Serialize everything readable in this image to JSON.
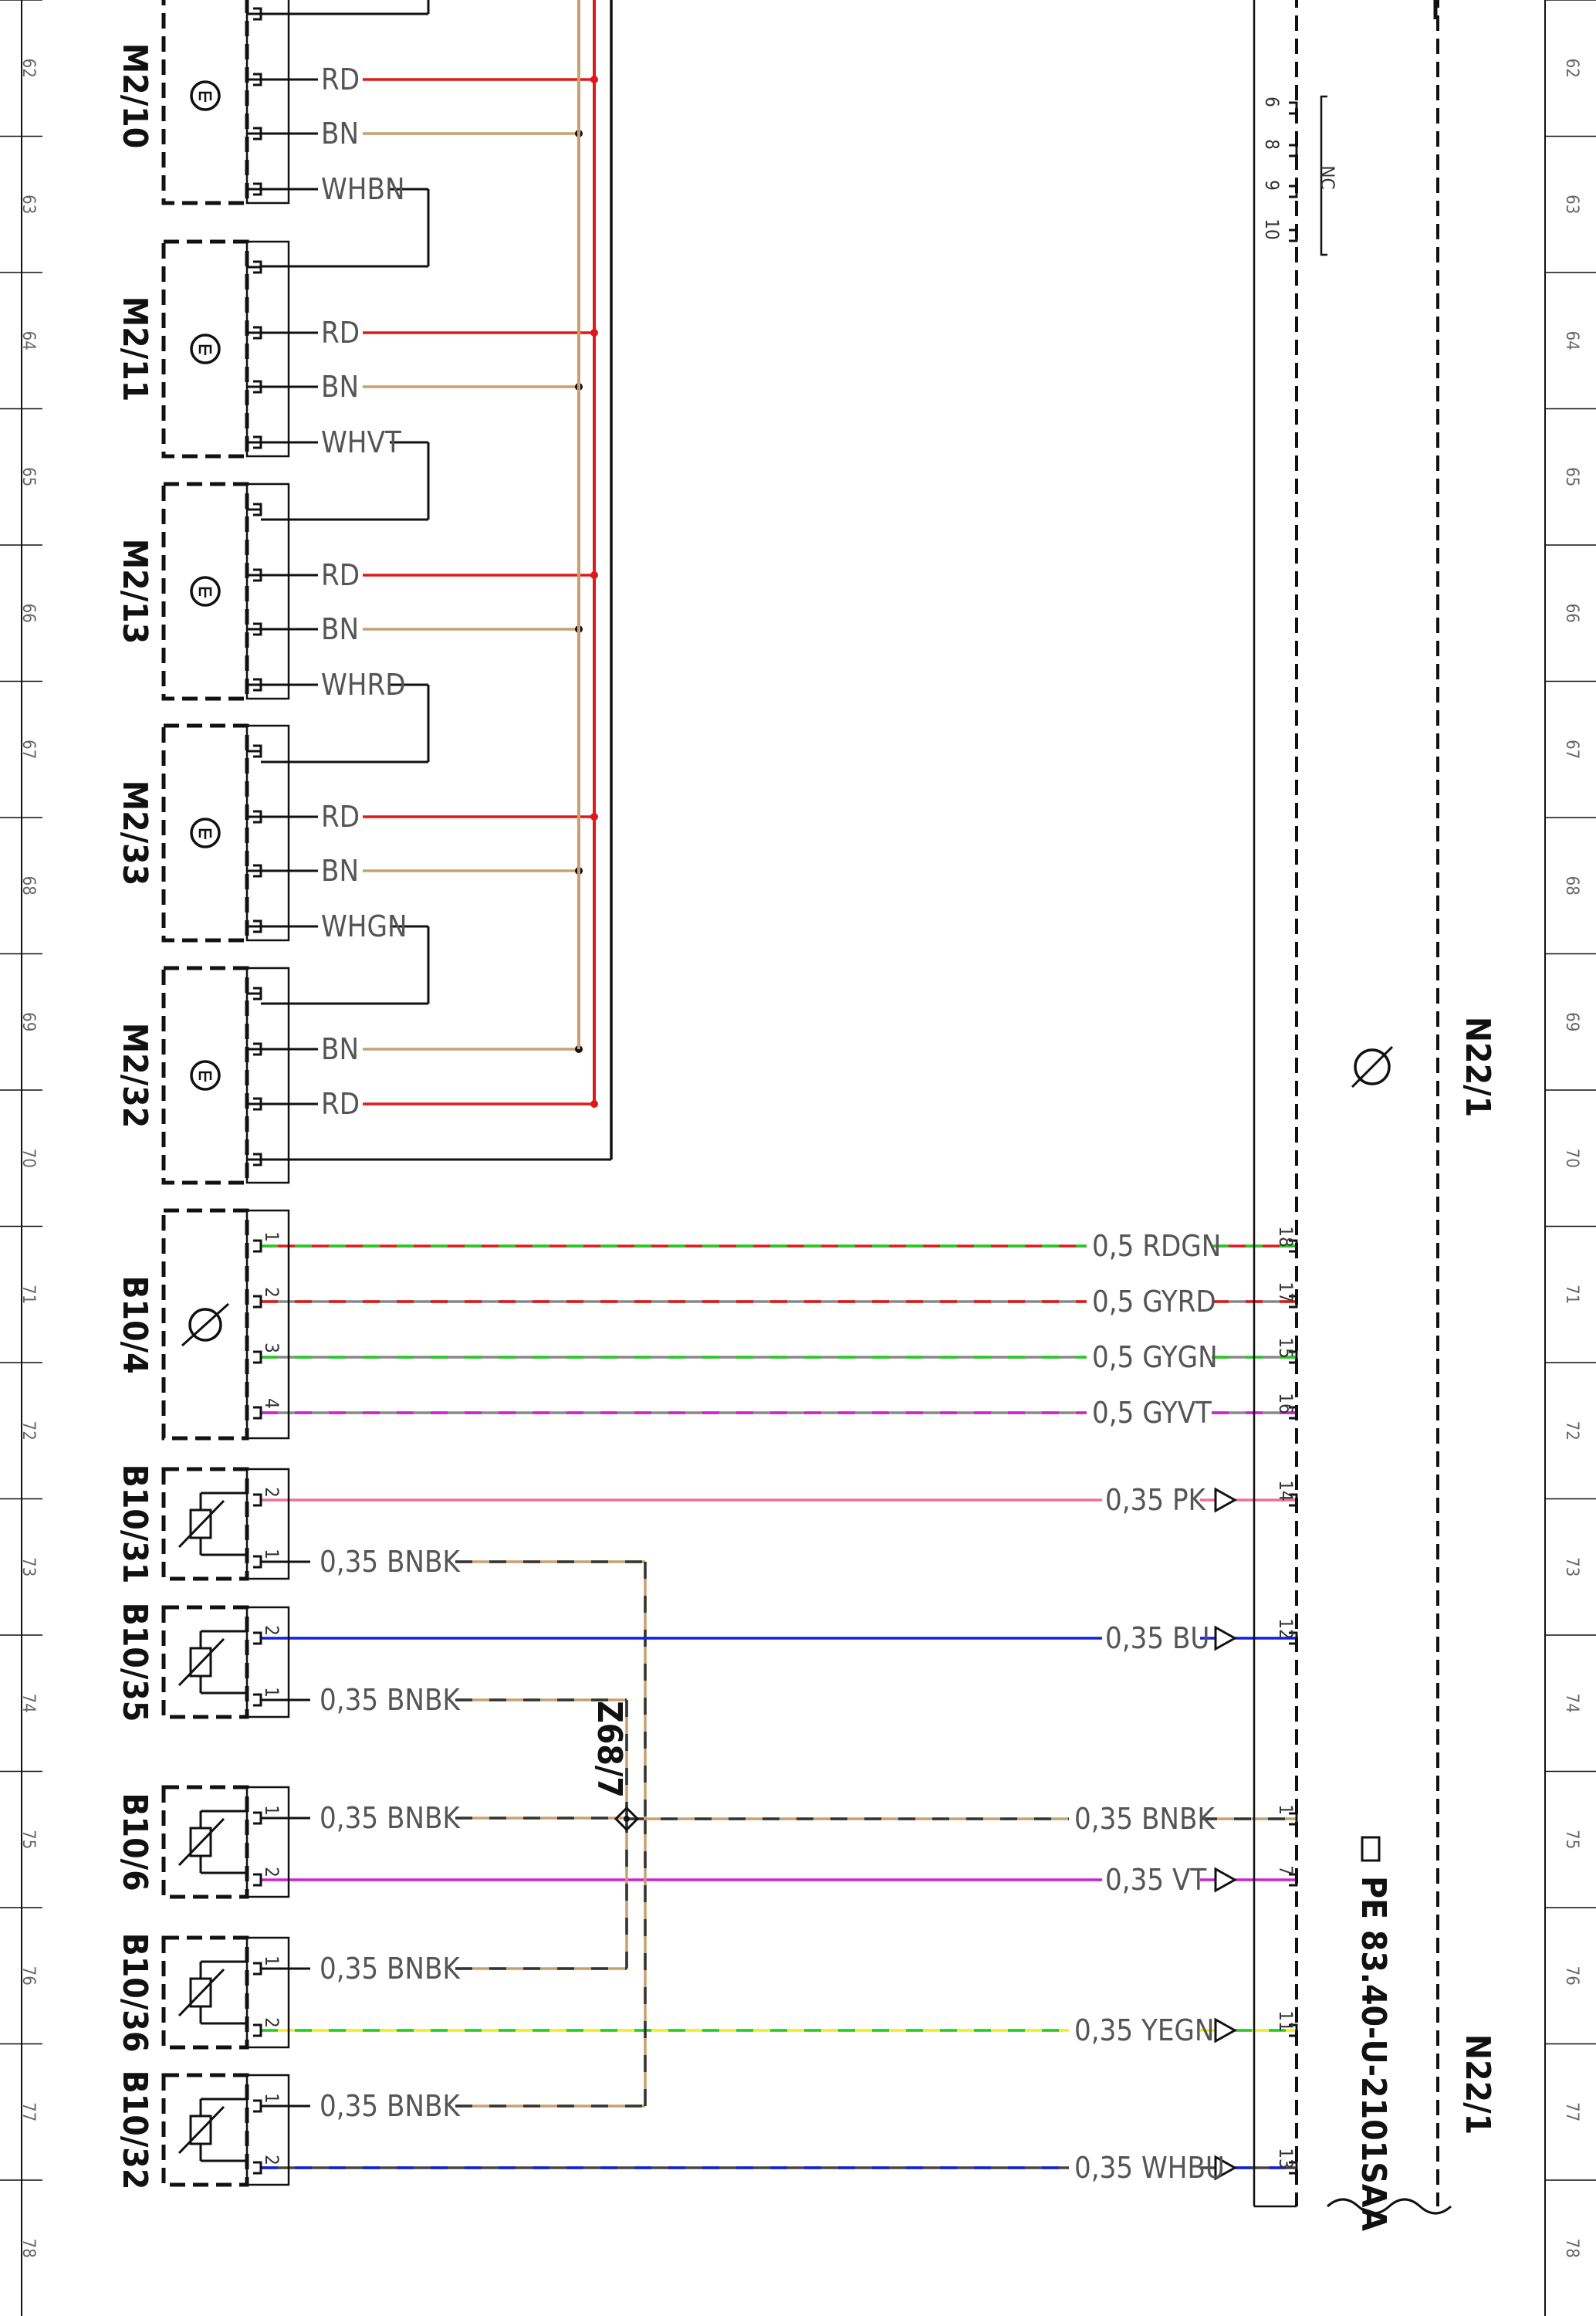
{
  "ruler": [
    "62",
    "63",
    "64",
    "65",
    "66",
    "67",
    "68",
    "69",
    "70",
    "71",
    "72",
    "73",
    "74",
    "75",
    "76",
    "77",
    "78"
  ],
  "motors": [
    {
      "id": "M2/10",
      "wires": [
        "RD",
        "BN",
        "WHBN"
      ],
      "rdFirst": true
    },
    {
      "id": "M2/11",
      "wires": [
        "RD",
        "BN",
        "WHVT"
      ],
      "rdFirst": true
    },
    {
      "id": "M2/13",
      "wires": [
        "RD",
        "BN",
        "WHRD"
      ],
      "rdFirst": true
    },
    {
      "id": "M2/33",
      "wires": [
        "RD",
        "BN",
        "WHGN"
      ],
      "rdFirst": true
    },
    {
      "id": "M2/32",
      "wires": [
        "BN",
        "RD"
      ],
      "rdFirst": false
    }
  ],
  "sensor_b10_4": {
    "id": "B10/4",
    "pins": [
      "1",
      "2",
      "3",
      "4"
    ],
    "wires": [
      {
        "label": "0,5 RDGN",
        "pin": "18",
        "c1": "#e01818",
        "c2": "#22cc22"
      },
      {
        "label": "0,5 GYRD",
        "pin": "17",
        "c1": "#888888",
        "c2": "#e01818"
      },
      {
        "label": "0,5 GYGN",
        "pin": "15",
        "c1": "#888888",
        "c2": "#22cc22"
      },
      {
        "label": "0,5 GYVT",
        "pin": "16",
        "c1": "#888888",
        "c2": "#cc22cc"
      }
    ]
  },
  "temp_sensors": [
    {
      "id": "B10/31",
      "pins": [
        "2",
        "1"
      ],
      "sig": {
        "label": "0,35 PK",
        "pin": "14",
        "c1": "#f07090",
        "c2": "#f07090"
      },
      "gnd": "0,35 BNBK"
    },
    {
      "id": "B10/35",
      "pins": [
        "2",
        "1"
      ],
      "sig": {
        "label": "0,35 BU",
        "pin": "12",
        "c1": "#1020e0",
        "c2": "#1020e0"
      },
      "gnd": "0,35 BNBK"
    },
    {
      "id": "B10/6",
      "pins": [
        "1",
        "2"
      ],
      "sig": {
        "label": "0,35 VT",
        "pin": "7",
        "c1": "#cc22cc",
        "c2": "#cc22cc"
      },
      "gnd": "0,35 BNBK"
    },
    {
      "id": "B10/36",
      "pins": [
        "1",
        "2"
      ],
      "sig": {
        "label": "0,35 YEGN",
        "pin": "11",
        "c1": "#eeee22",
        "c2": "#22cc22"
      },
      "gnd": "0,35 BNBK"
    },
    {
      "id": "B10/32",
      "pins": [
        "1",
        "2"
      ],
      "sig": {
        "label": "0,35 WHBU",
        "pin": "13",
        "c1": "#444444",
        "c2": "#1020e0"
      },
      "gnd": "0,35 BNBK"
    }
  ],
  "splice": {
    "id": "Z68/7",
    "wire": "0,35 BNBK",
    "pin": "1"
  },
  "nc": {
    "pins": [
      "6",
      "8",
      "9",
      "10"
    ],
    "label": "NC"
  },
  "module": {
    "id": "N22/1",
    "ref": "PE 83.40-U-2101SAA"
  },
  "colors": {
    "RD": "#e01818",
    "BN": "#c8a070",
    "BNBK": "#c8a070",
    "line": "#111111"
  }
}
